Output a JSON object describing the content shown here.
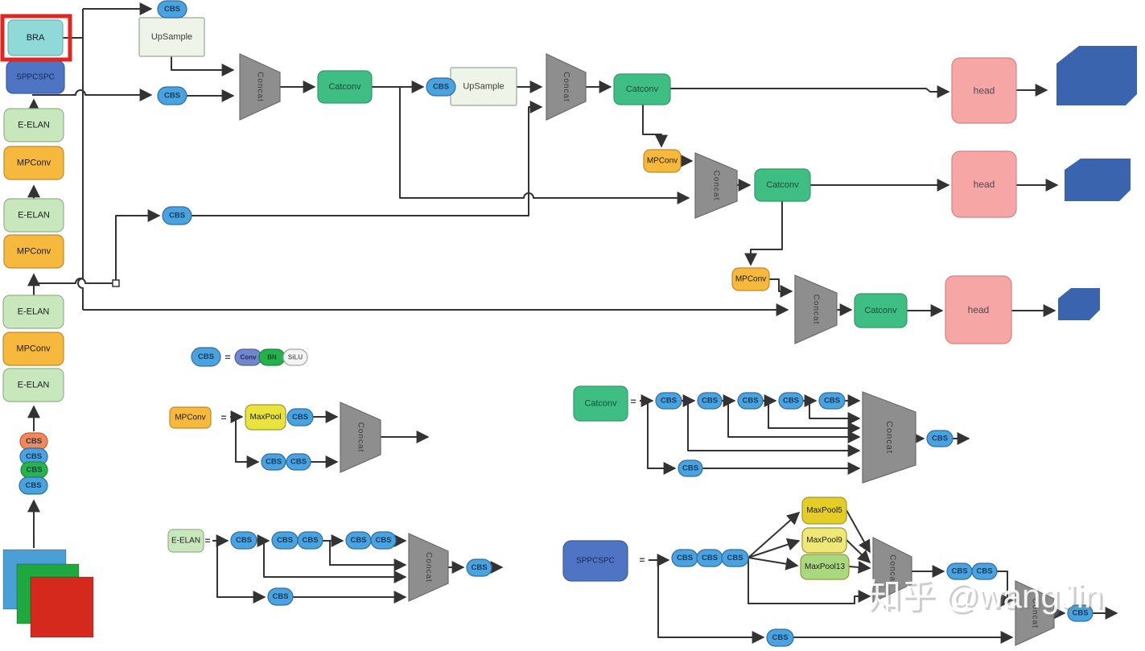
{
  "watermark": "知乎 @wangJin",
  "labels": {
    "bra": "BRA",
    "sppcspc": "SPPCSPC",
    "eelan": "E-ELAN",
    "mpconv": "MPConv",
    "cbs": "CBS",
    "upsample": "UpSample",
    "concat": "Concat",
    "catconv": "Catconv",
    "head": "head",
    "maxpool": "MaxPool",
    "maxpool5": "MaxPool5",
    "maxpool9": "MaxPool9",
    "maxpool13": "MaxPool13",
    "conv": "Conv",
    "bn": "BN",
    "silu": "SiLU",
    "equals": "="
  },
  "colors": {
    "highlight_red": "#e02621",
    "bra_fill": "#8fd9d9",
    "sppcspc_fill": "#4f74c4",
    "eelan_fill": "#c9e7bd",
    "mpconv_fill": "#f6b83d",
    "cbs_fill": "#4aa3df",
    "cbs_orange_fill": "#f28757",
    "cbs_green_fill": "#28b44b",
    "catconv_fill": "#3fbe83",
    "concat_fill": "#8e8e8e",
    "head_fill": "#f7a6a6",
    "upsample_fill": "#eef4e8",
    "maxpool_fill": "#e9e33b",
    "maxpool5_fill": "#e5cd25",
    "maxpool9_fill": "#efe878",
    "maxpool13_fill": "#a9d97c",
    "tensor_fill": "#3a64ad",
    "image_blue": "#4a9fd6",
    "image_green": "#1ea83e",
    "image_red": "#d6291e",
    "conv_fill": "#7286ca",
    "bn_fill": "#27b04e",
    "silu_fill": "#f4f4f4",
    "wire": "#333333"
  }
}
